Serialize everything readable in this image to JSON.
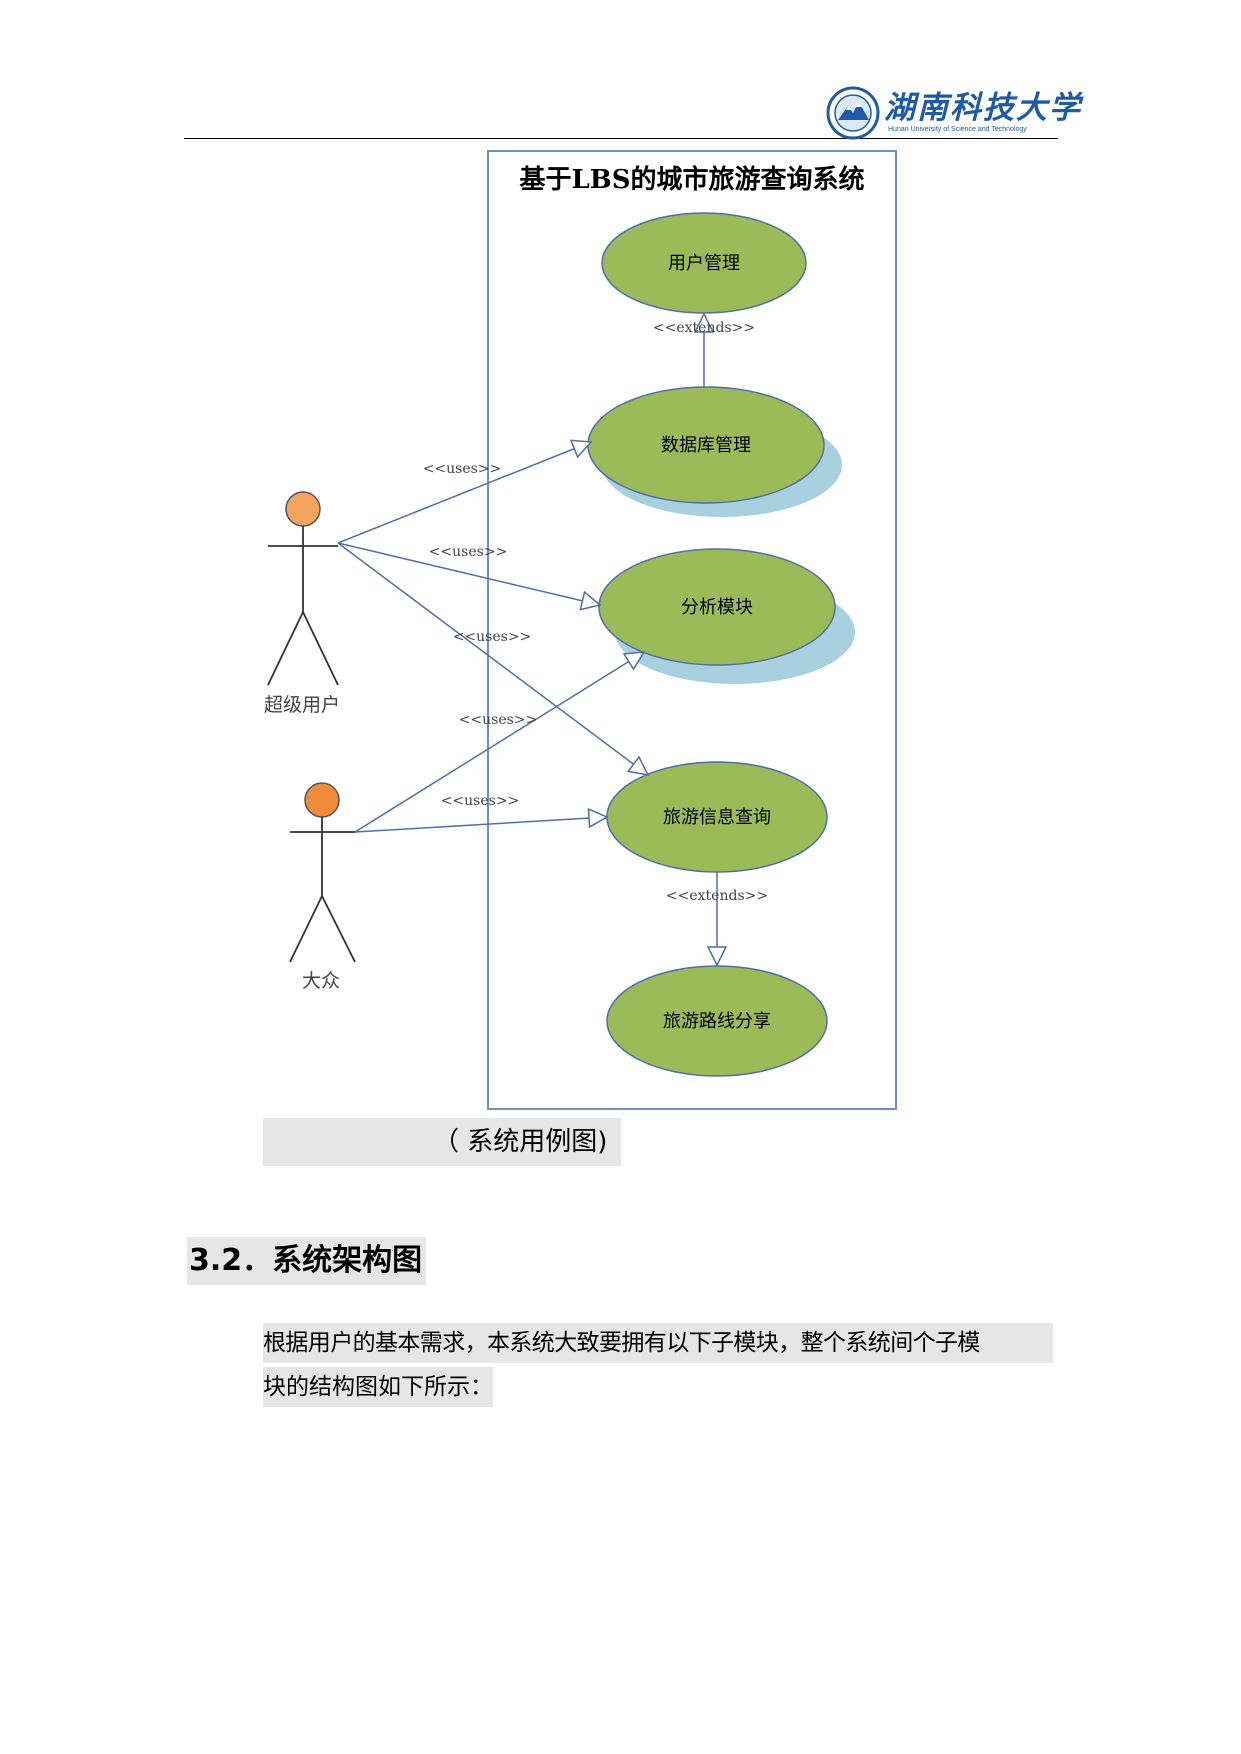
{
  "header": {
    "logo_name": "湖南科技大学",
    "logo_english": "Hunan University of Science and Technology"
  },
  "diagram": {
    "system_title": "基于LBS的城市旅游查询系统",
    "actors": [
      {
        "label": "超级用户",
        "head_color": "#f4a460"
      },
      {
        "label": "大众",
        "head_color": "#f08a3c"
      }
    ],
    "use_cases": {
      "user_management": "用户管理",
      "database_management": "数据库管理",
      "analysis_module": "分析模块",
      "travel_info_query": "旅游信息查询",
      "route_sharing": "旅游路线分享"
    },
    "relation_labels": {
      "uses": "<<uses>>",
      "extends": "<<extends>>"
    },
    "colors": {
      "ellipse_fill": "#9bbb59",
      "ellipse_shadow": "#a9d0de",
      "line": "#4f6fa8",
      "system_border": "#6f8fc0"
    }
  },
  "caption": "（ 系统用例图)",
  "section": {
    "heading": "3.2．系统架构图",
    "paragraph_line1": "根据用户的基本需求，本系统大致要拥有以下子模块，整个系统间个子模",
    "paragraph_line2": "块的结构图如下所示："
  }
}
